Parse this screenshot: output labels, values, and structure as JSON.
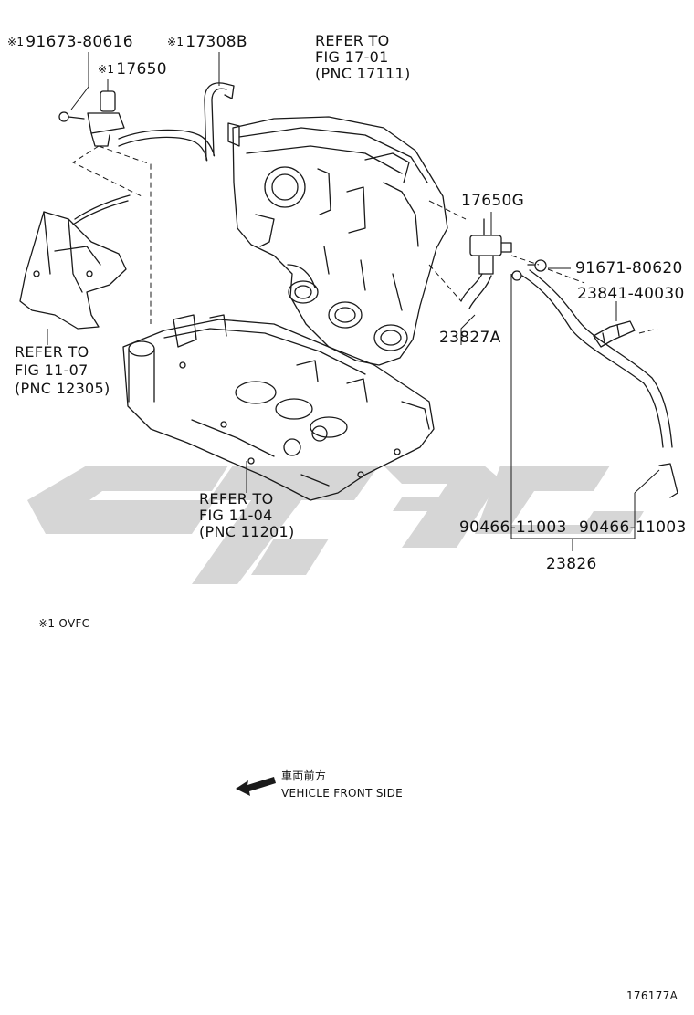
{
  "note_mark": "※1",
  "labels": {
    "part_91673": "91673-80616",
    "part_17308B": "17308B",
    "part_17650": "17650",
    "part_17650G": "17650G",
    "part_91671": "91671-80620",
    "part_23841": "23841-40030",
    "part_23827A": "23827A",
    "part_90466_left": "90466-11003",
    "part_90466_right": "90466-11003",
    "part_23826": "23826"
  },
  "references": {
    "fig_17_01": "REFER TO\nFIG 17-01\n(PNC 17111)",
    "fig_11_07": "REFER TO\nFIG 11-07\n(PNC 12305)",
    "fig_11_04": "REFER TO\nFIG 11-04\n(PNC 11201)"
  },
  "footnote": {
    "mark": "※1",
    "text": "OVFC"
  },
  "direction": {
    "japanese": "車両前方",
    "english": "VEHICLE FRONT SIDE"
  },
  "figure_id": "176177A",
  "colors": {
    "line": "#1a1a1a",
    "watermark": "#d4d4d4"
  }
}
